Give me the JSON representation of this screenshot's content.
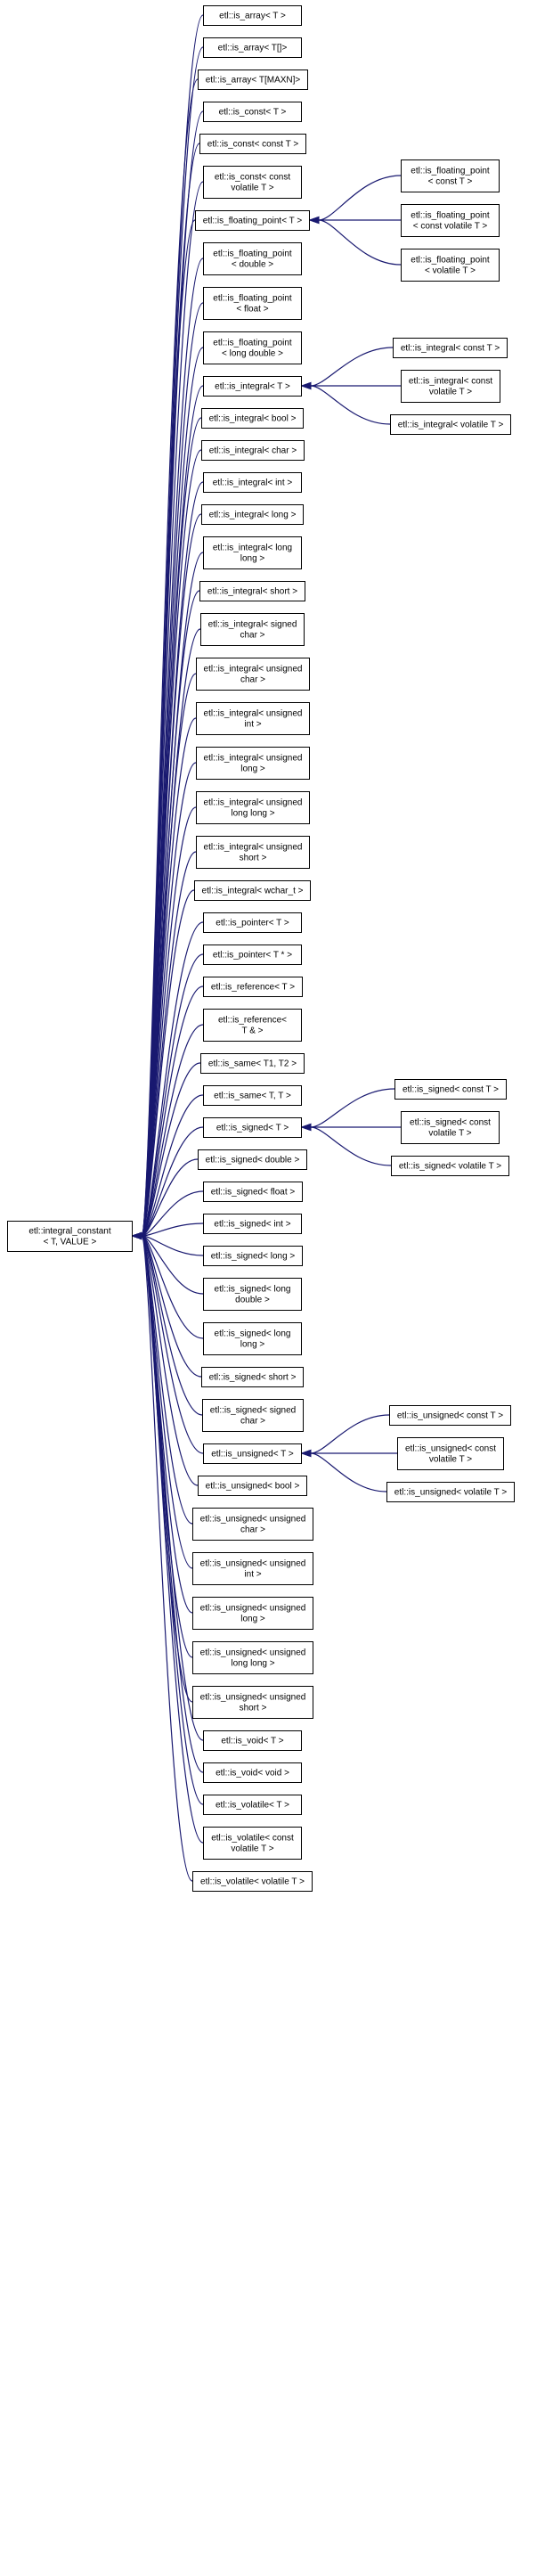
{
  "diagram": {
    "type": "inheritance-graph",
    "edge_color": "#191970",
    "root": {
      "id": "root",
      "lines": [
        "etl::integral_constant",
        "< T, VALUE >"
      ]
    },
    "level1": [
      {
        "id": "is_array_T",
        "lines": [
          "etl::is_array< T >"
        ]
      },
      {
        "id": "is_array_Tarr",
        "lines": [
          "etl::is_array< T[]>"
        ]
      },
      {
        "id": "is_array_TMAXN",
        "lines": [
          "etl::is_array< T[MAXN]>"
        ]
      },
      {
        "id": "is_const_T",
        "lines": [
          "etl::is_const< T >"
        ]
      },
      {
        "id": "is_const_constT",
        "lines": [
          "etl::is_const< const T >"
        ]
      },
      {
        "id": "is_const_cvT",
        "lines": [
          "etl::is_const< const",
          "volatile T >"
        ]
      },
      {
        "id": "is_floating_point_T",
        "lines": [
          "etl::is_floating_point< T >"
        ]
      },
      {
        "id": "is_floating_point_double",
        "lines": [
          "etl::is_floating_point",
          "< double >"
        ]
      },
      {
        "id": "is_floating_point_float",
        "lines": [
          "etl::is_floating_point",
          "< float >"
        ]
      },
      {
        "id": "is_floating_point_ldouble",
        "lines": [
          "etl::is_floating_point",
          "< long double >"
        ]
      },
      {
        "id": "is_integral_T",
        "lines": [
          "etl::is_integral< T >"
        ]
      },
      {
        "id": "is_integral_bool",
        "lines": [
          "etl::is_integral< bool >"
        ]
      },
      {
        "id": "is_integral_char",
        "lines": [
          "etl::is_integral< char >"
        ]
      },
      {
        "id": "is_integral_int",
        "lines": [
          "etl::is_integral< int >"
        ]
      },
      {
        "id": "is_integral_long",
        "lines": [
          "etl::is_integral< long >"
        ]
      },
      {
        "id": "is_integral_llong",
        "lines": [
          "etl::is_integral< long",
          "long >"
        ]
      },
      {
        "id": "is_integral_short",
        "lines": [
          "etl::is_integral< short >"
        ]
      },
      {
        "id": "is_integral_schar",
        "lines": [
          "etl::is_integral< signed",
          "char >"
        ]
      },
      {
        "id": "is_integral_uchar",
        "lines": [
          "etl::is_integral< unsigned",
          "char >"
        ]
      },
      {
        "id": "is_integral_uint",
        "lines": [
          "etl::is_integral< unsigned",
          "int >"
        ]
      },
      {
        "id": "is_integral_ulong",
        "lines": [
          "etl::is_integral< unsigned",
          "long >"
        ]
      },
      {
        "id": "is_integral_ullong",
        "lines": [
          "etl::is_integral< unsigned",
          "long long >"
        ]
      },
      {
        "id": "is_integral_ushort",
        "lines": [
          "etl::is_integral< unsigned",
          "short >"
        ]
      },
      {
        "id": "is_integral_wchar",
        "lines": [
          "etl::is_integral< wchar_t >"
        ]
      },
      {
        "id": "is_pointer_T",
        "lines": [
          "etl::is_pointer< T >"
        ]
      },
      {
        "id": "is_pointer_Tptr",
        "lines": [
          "etl::is_pointer< T * >"
        ]
      },
      {
        "id": "is_reference_T",
        "lines": [
          "etl::is_reference< T >"
        ]
      },
      {
        "id": "is_reference_Tref",
        "lines": [
          "etl::is_reference<",
          "T & >"
        ]
      },
      {
        "id": "is_same_T1T2",
        "lines": [
          "etl::is_same< T1, T2 >"
        ]
      },
      {
        "id": "is_same_TT",
        "lines": [
          "etl::is_same< T, T >"
        ]
      },
      {
        "id": "is_signed_T",
        "lines": [
          "etl::is_signed< T >"
        ]
      },
      {
        "id": "is_signed_double",
        "lines": [
          "etl::is_signed< double >"
        ]
      },
      {
        "id": "is_signed_float",
        "lines": [
          "etl::is_signed< float >"
        ]
      },
      {
        "id": "is_signed_int",
        "lines": [
          "etl::is_signed< int >"
        ]
      },
      {
        "id": "is_signed_long",
        "lines": [
          "etl::is_signed< long >"
        ]
      },
      {
        "id": "is_signed_ldouble",
        "lines": [
          "etl::is_signed< long",
          "double >"
        ]
      },
      {
        "id": "is_signed_llong",
        "lines": [
          "etl::is_signed< long",
          "long >"
        ]
      },
      {
        "id": "is_signed_short",
        "lines": [
          "etl::is_signed< short >"
        ]
      },
      {
        "id": "is_signed_schar",
        "lines": [
          "etl::is_signed< signed",
          "char >"
        ]
      },
      {
        "id": "is_unsigned_T",
        "lines": [
          "etl::is_unsigned< T >"
        ]
      },
      {
        "id": "is_unsigned_bool",
        "lines": [
          "etl::is_unsigned< bool >"
        ]
      },
      {
        "id": "is_unsigned_uchar",
        "lines": [
          "etl::is_unsigned< unsigned",
          "char >"
        ]
      },
      {
        "id": "is_unsigned_uint",
        "lines": [
          "etl::is_unsigned< unsigned",
          "int >"
        ]
      },
      {
        "id": "is_unsigned_ulong",
        "lines": [
          "etl::is_unsigned< unsigned",
          "long >"
        ]
      },
      {
        "id": "is_unsigned_ullong",
        "lines": [
          "etl::is_unsigned< unsigned",
          "long long >"
        ]
      },
      {
        "id": "is_unsigned_ushort",
        "lines": [
          "etl::is_unsigned< unsigned",
          "short >"
        ]
      },
      {
        "id": "is_void_T",
        "lines": [
          "etl::is_void< T >"
        ]
      },
      {
        "id": "is_void_void",
        "lines": [
          "etl::is_void< void >"
        ]
      },
      {
        "id": "is_volatile_T",
        "lines": [
          "etl::is_volatile< T >"
        ]
      },
      {
        "id": "is_volatile_constvT",
        "lines": [
          "etl::is_volatile< const",
          "volatile T >"
        ]
      },
      {
        "id": "is_volatile_vT",
        "lines": [
          "etl::is_volatile< volatile T >"
        ]
      }
    ],
    "level2": [
      {
        "id": "is_floating_point_constT",
        "parent": "is_floating_point_T",
        "lines": [
          "etl::is_floating_point",
          "< const T >"
        ]
      },
      {
        "id": "is_floating_point_cvT",
        "parent": "is_floating_point_T",
        "lines": [
          "etl::is_floating_point",
          "< const volatile T >"
        ]
      },
      {
        "id": "is_floating_point_vT",
        "parent": "is_floating_point_T",
        "lines": [
          "etl::is_floating_point",
          "< volatile T >"
        ]
      },
      {
        "id": "is_integral_constT",
        "parent": "is_integral_T",
        "lines": [
          "etl::is_integral< const T >"
        ]
      },
      {
        "id": "is_integral_cvT",
        "parent": "is_integral_T",
        "lines": [
          "etl::is_integral< const",
          "volatile T >"
        ]
      },
      {
        "id": "is_integral_vT",
        "parent": "is_integral_T",
        "lines": [
          "etl::is_integral< volatile T >"
        ]
      },
      {
        "id": "is_signed_constT",
        "parent": "is_signed_T",
        "lines": [
          "etl::is_signed< const T >"
        ]
      },
      {
        "id": "is_signed_cvT",
        "parent": "is_signed_T",
        "lines": [
          "etl::is_signed< const",
          "volatile T >"
        ]
      },
      {
        "id": "is_signed_vT",
        "parent": "is_signed_T",
        "lines": [
          "etl::is_signed< volatile T >"
        ]
      },
      {
        "id": "is_unsigned_constT",
        "parent": "is_unsigned_T",
        "lines": [
          "etl::is_unsigned< const T >"
        ]
      },
      {
        "id": "is_unsigned_cvT",
        "parent": "is_unsigned_T",
        "lines": [
          "etl::is_unsigned< const",
          "volatile T >"
        ]
      },
      {
        "id": "is_unsigned_vT",
        "parent": "is_unsigned_T",
        "lines": [
          "etl::is_unsigned< volatile T >"
        ]
      }
    ]
  }
}
